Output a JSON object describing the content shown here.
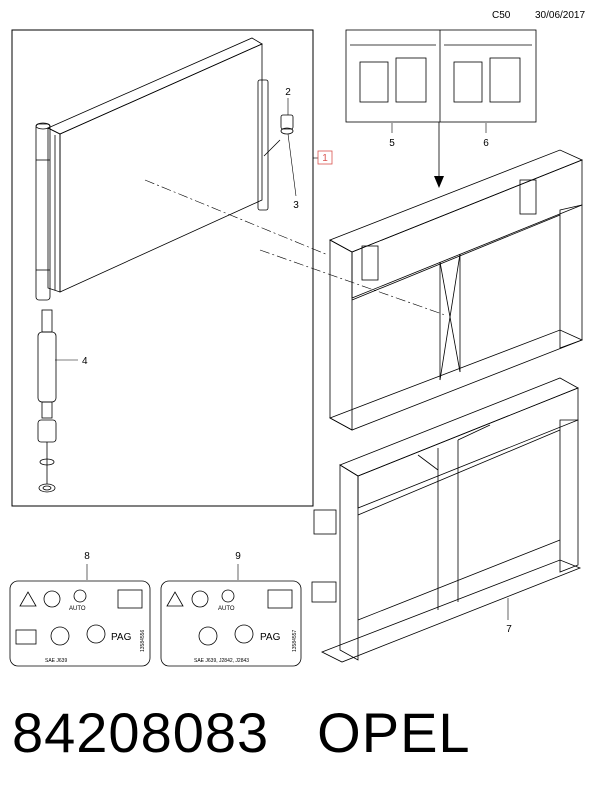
{
  "header": {
    "code": "C50",
    "date": "30/06/2017"
  },
  "callouts": {
    "c1": "1",
    "c2": "2",
    "c3": "3",
    "c4": "4",
    "c5": "5",
    "c6": "6",
    "c7": "7",
    "c8": "8",
    "c9": "9"
  },
  "labels": {
    "label8": {
      "auto": "AUTO",
      "pag": "PAG",
      "sae": "SAE J639",
      "code": "13584556"
    },
    "label9": {
      "auto": "AUTO",
      "pag": "PAG",
      "sae": "SAE J639, J2842, J2843",
      "code": "13584557"
    }
  },
  "footer": {
    "part_number": "84208083",
    "brand": "OPEL"
  },
  "colors": {
    "line": "#000000",
    "callout_box": "#d9534f"
  }
}
